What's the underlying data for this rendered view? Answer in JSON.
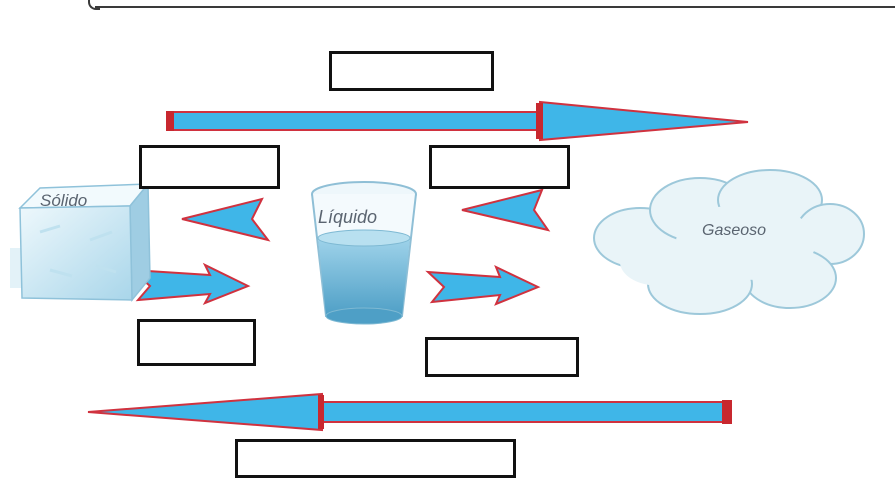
{
  "labels": {
    "solid": "Sólido",
    "liquid": "Líquido",
    "gas": "Gaseoso"
  },
  "colors": {
    "arrow_fill": "#3fb6e8",
    "arrow_edge": "#d0323f",
    "box_border": "#111111",
    "ice": "#cfe9f4",
    "water": "#6fb8d8",
    "cloud": "#e8f3f7"
  }
}
